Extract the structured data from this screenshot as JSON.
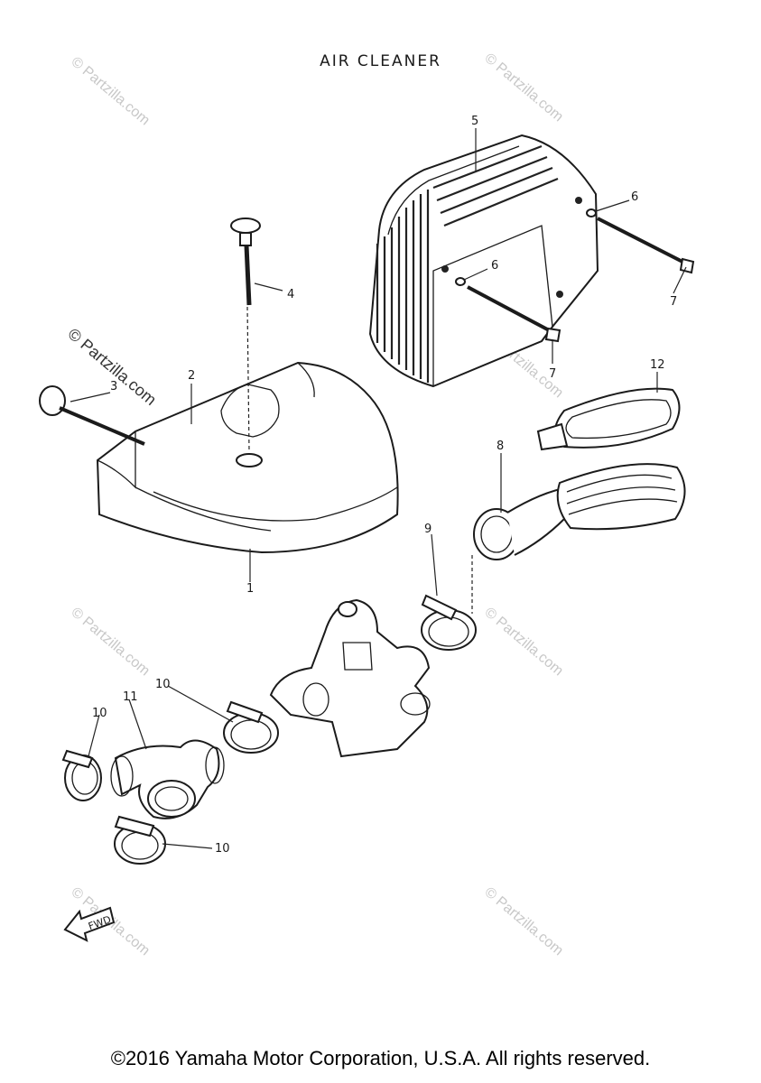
{
  "title": "AIR CLEANER",
  "copyright": "©2016 Yamaha Motor Corporation, U.S.A. All rights reserved.",
  "watermark": "© Partzilla.com",
  "fwd_label": "FWD",
  "callouts": {
    "c1": "1",
    "c2": "2",
    "c3": "3",
    "c4": "4",
    "c5": "5",
    "c6a": "6",
    "c6b": "6",
    "c7a": "7",
    "c7b": "7",
    "c8": "8",
    "c9": "9",
    "c10a": "10",
    "c10b": "10",
    "c10c": "10",
    "c11": "11",
    "c12": "12"
  }
}
